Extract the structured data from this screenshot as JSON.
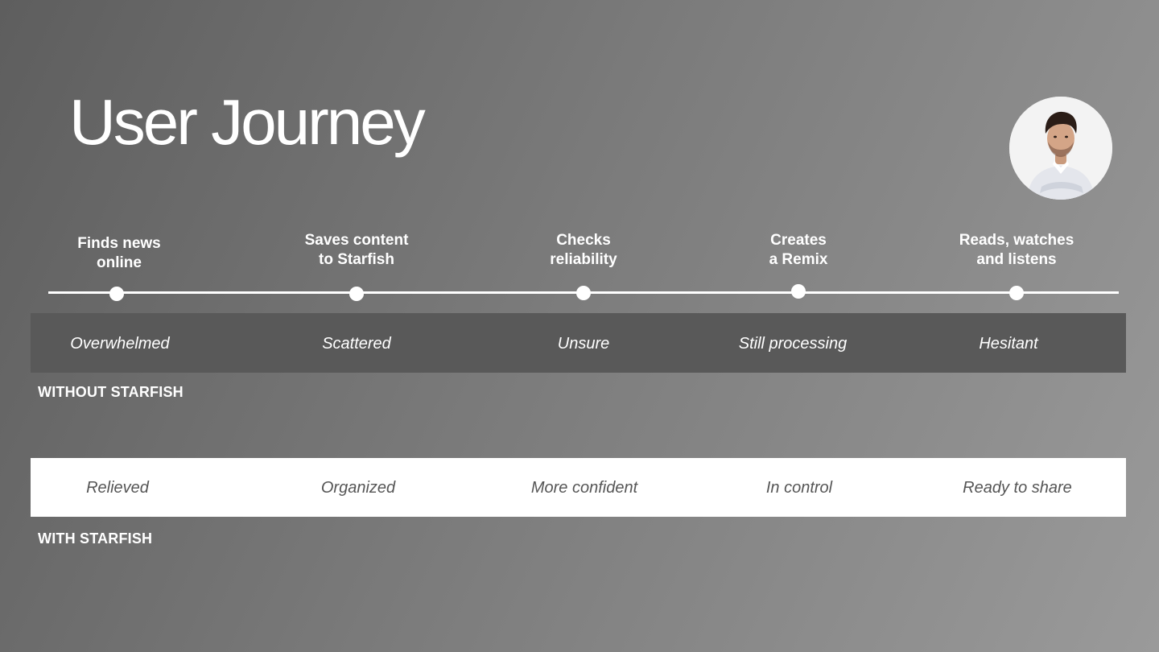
{
  "title": "User Journey",
  "steps": [
    {
      "label": "Finds news\nonline"
    },
    {
      "label": "Saves content\nto Starfish"
    },
    {
      "label": "Checks\nreliability"
    },
    {
      "label": "Creates\na Remix"
    },
    {
      "label": "Reads, watches\nand listens"
    }
  ],
  "without_starfish": {
    "caption": "WITHOUT STARFISH",
    "feelings": [
      "Overwhelmed",
      "Scattered",
      "Unsure",
      "Still processing",
      "Hesitant"
    ]
  },
  "with_starfish": {
    "caption": "WITH STARFISH",
    "feelings": [
      "Relieved",
      "Organized",
      "More confident",
      "In control",
      "Ready to share"
    ]
  },
  "avatar_icon": "person-photo-icon",
  "colors": {
    "without_band": "#595959",
    "with_band": "#ffffff",
    "with_text": "#555555"
  }
}
